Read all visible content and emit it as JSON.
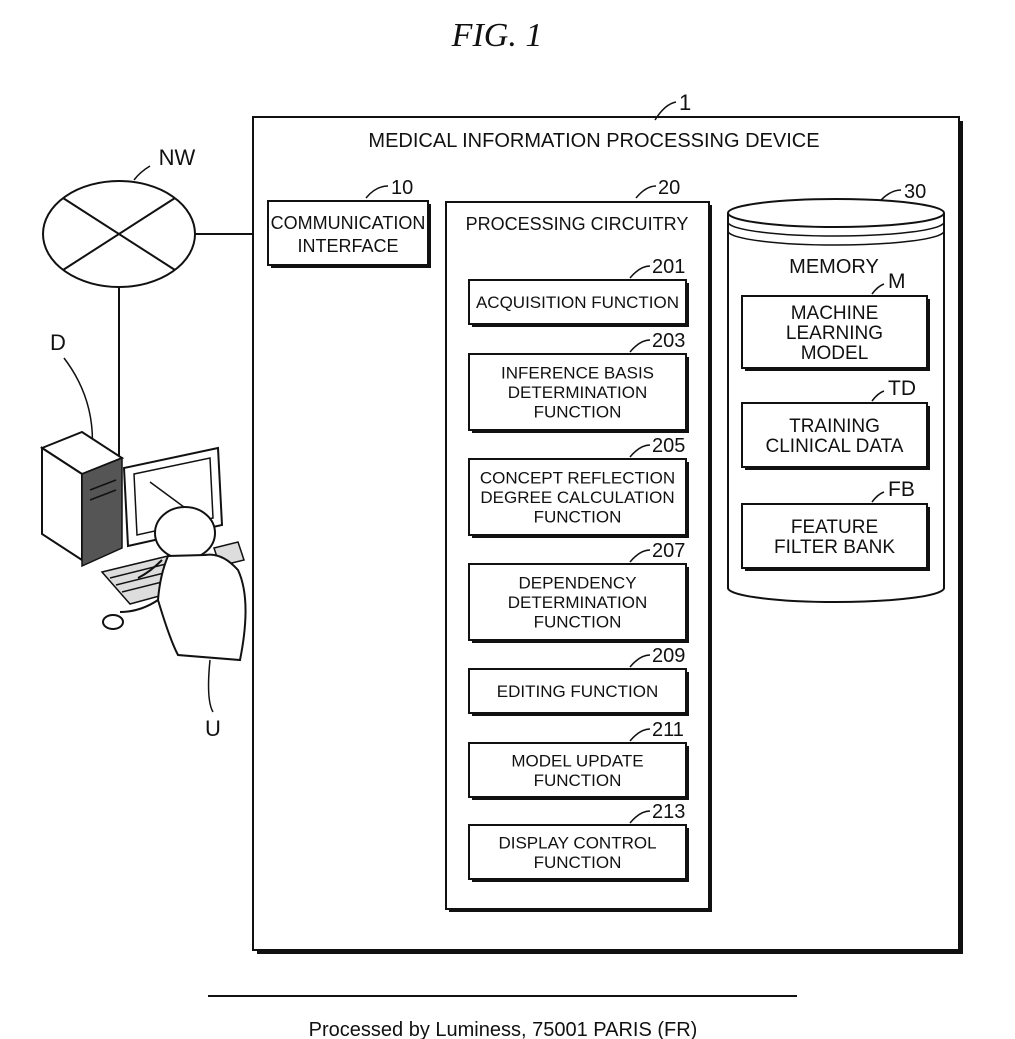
{
  "figure": {
    "title": "FIG. 1",
    "footer": "Processed by Luminess, 75001 PARIS (FR)"
  },
  "device": {
    "ref": "1",
    "title": "MEDICAL INFORMATION PROCESSING DEVICE"
  },
  "network": {
    "label": "NW"
  },
  "terminal": {
    "label": "D"
  },
  "user": {
    "label": "U"
  },
  "communication_interface": {
    "ref": "10",
    "lines": [
      "COMMUNICATION",
      "INTERFACE"
    ]
  },
  "processing_circuitry": {
    "ref": "20",
    "title": "PROCESSING CIRCUITRY",
    "functions": [
      {
        "ref": "201",
        "lines": [
          "ACQUISITION FUNCTION"
        ]
      },
      {
        "ref": "203",
        "lines": [
          "INFERENCE BASIS",
          "DETERMINATION",
          "FUNCTION"
        ]
      },
      {
        "ref": "205",
        "lines": [
          "CONCEPT REFLECTION",
          "DEGREE CALCULATION",
          "FUNCTION"
        ]
      },
      {
        "ref": "207",
        "lines": [
          "DEPENDENCY",
          "DETERMINATION",
          "FUNCTION"
        ]
      },
      {
        "ref": "209",
        "lines": [
          "EDITING FUNCTION"
        ]
      },
      {
        "ref": "211",
        "lines": [
          "MODEL UPDATE",
          "FUNCTION"
        ]
      },
      {
        "ref": "213",
        "lines": [
          "DISPLAY CONTROL",
          "FUNCTION"
        ]
      }
    ]
  },
  "memory": {
    "ref": "30",
    "title": "MEMORY",
    "items": [
      {
        "ref": "M",
        "lines": [
          "MACHINE",
          "LEARNING",
          "MODEL"
        ]
      },
      {
        "ref": "TD",
        "lines": [
          "TRAINING",
          "CLINICAL DATA"
        ]
      },
      {
        "ref": "FB",
        "lines": [
          "FEATURE",
          "FILTER BANK"
        ]
      }
    ]
  }
}
